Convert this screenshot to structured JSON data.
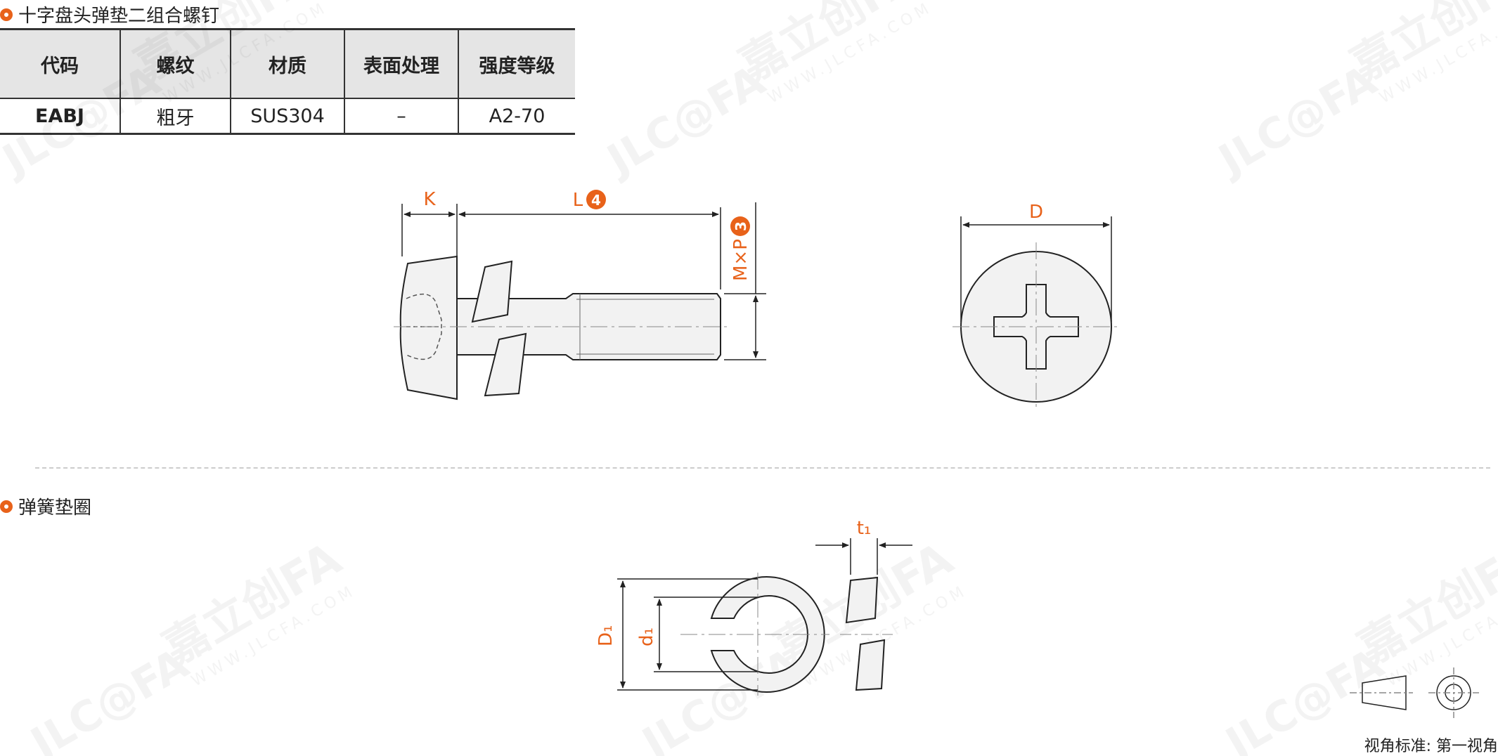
{
  "section1": {
    "title": "十字盘头弹垫二组合螺钉",
    "table": {
      "headers": [
        "代码",
        "螺纹",
        "材质",
        "表面处理",
        "强度等级"
      ],
      "row": [
        "EABJ",
        "粗牙",
        "SUS304",
        "–",
        "A2-70"
      ]
    }
  },
  "section2": {
    "title": "弹簧垫圈"
  },
  "dimensions": {
    "K": "K",
    "L": "L",
    "L_badge": "4",
    "MxP": "M×P",
    "MxP_badge": "3",
    "D": "D",
    "t1": "t₁",
    "D1": "D₁",
    "d1": "d₁"
  },
  "view_standard": "视角标准: 第一视角",
  "watermark": {
    "brand": "嘉立创FA",
    "logo": "JLC@FA",
    "url": "WWW.JLCFA.COM"
  },
  "colors": {
    "accent": "#e8621a",
    "code_blue": "#2f6aa0",
    "part_fill": "#f2f2f2",
    "line": "#222222"
  }
}
